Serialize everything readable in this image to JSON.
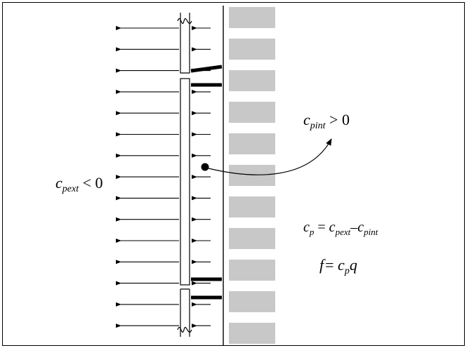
{
  "labels": {
    "cp_int": {
      "symbol": "c",
      "subscript": "pint",
      "relation": " > 0"
    },
    "cp_ext": {
      "symbol": "c",
      "subscript": "pext",
      "relation": " < 0"
    },
    "eq_cp": {
      "lhs_symbol": "c",
      "lhs_subscript": "p",
      "equals": " = ",
      "term1_symbol": "c",
      "term1_subscript": "pext",
      "minus": "–",
      "term2_symbol": "c",
      "term2_subscript": "pint"
    },
    "eq_f": {
      "lhs": "f",
      "equals": "= ",
      "symbol": "c",
      "subscript": "p",
      "factor": "q"
    }
  },
  "colors": {
    "line": "#000000",
    "cladding_block": "#c8c8c8",
    "background": "#ffffff"
  },
  "icons": {
    "left_arrow": "arrow-left-icon",
    "pressure_point": "dot-icon",
    "curved_arrow": "curved-arrow-icon"
  }
}
